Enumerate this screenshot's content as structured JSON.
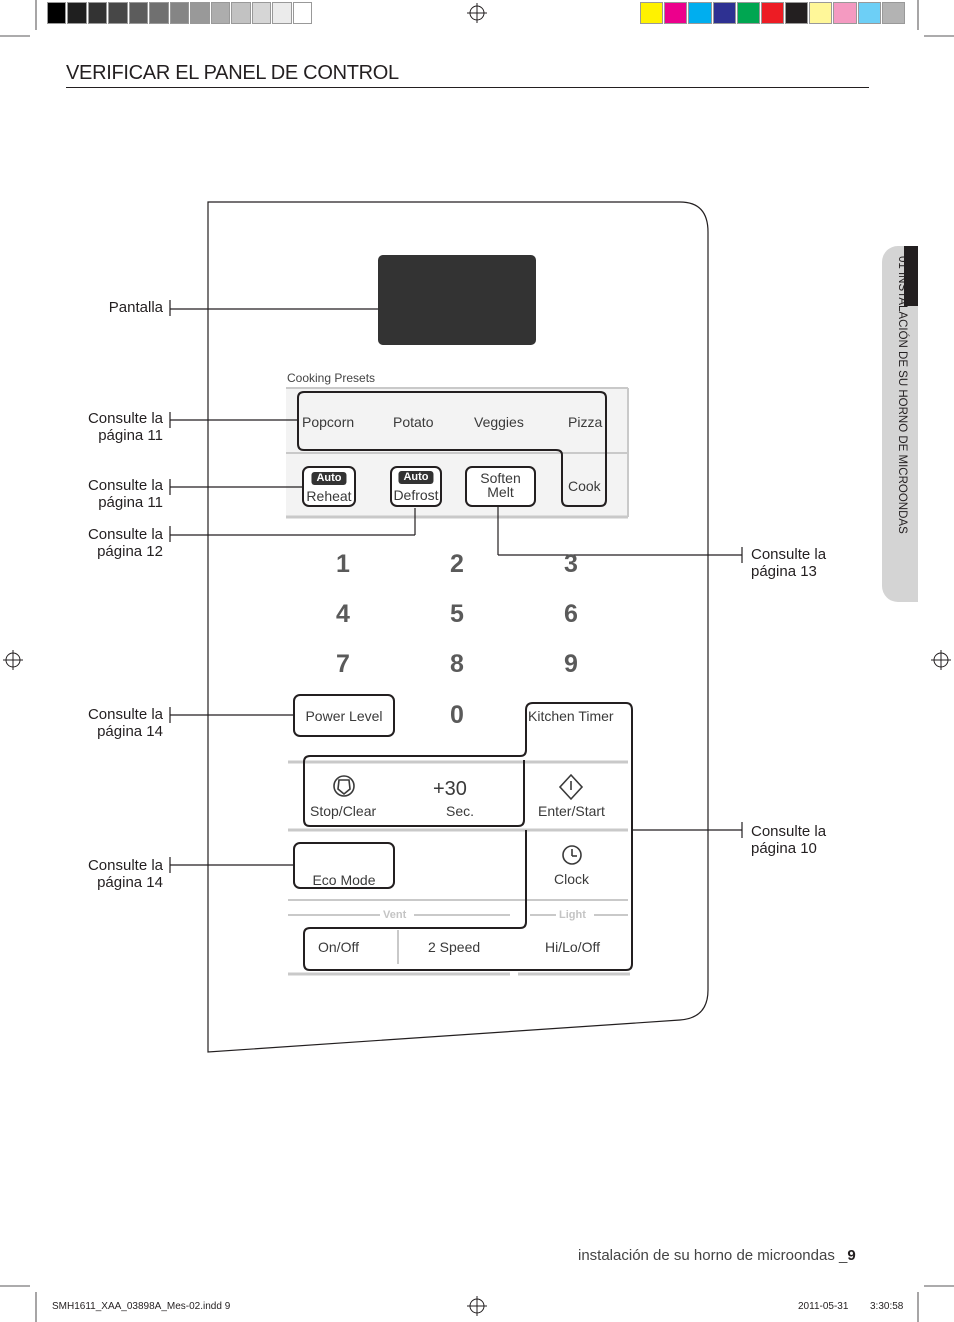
{
  "section_title": "VERIFICAR EL PANEL DE CONTROL",
  "side_tab": "01 INSTALACIÓN DE SU HORNO DE MICROONDAS",
  "callouts": {
    "pantalla": "Pantalla",
    "c11a": [
      "Consulte la",
      "página 11"
    ],
    "c11b": [
      "Consulte la",
      "página 11"
    ],
    "c12": [
      "Consulte la",
      "página 12"
    ],
    "c13": [
      "Consulte la",
      "página 13"
    ],
    "c14a": [
      "Consulte la",
      "página 14"
    ],
    "c10": [
      "Consulte la",
      "página 10"
    ],
    "c14b": [
      "Consulte la",
      "página 14"
    ]
  },
  "panel": {
    "cooking_presets_label": "Cooking Presets",
    "presets": [
      "Popcorn",
      "Potato",
      "Veggies",
      "Pizza"
    ],
    "auto_badge": "Auto",
    "reheat": "Reheat",
    "defrost": "Defrost",
    "soften": "Soften",
    "melt": "Melt",
    "cook": "Cook",
    "digits": [
      "1",
      "2",
      "3",
      "4",
      "5",
      "6",
      "7",
      "8",
      "9",
      "0"
    ],
    "power_level": "Power Level",
    "kitchen_timer": "Kitchen Timer",
    "stop_clear": "Stop/Clear",
    "plus30": "+30",
    "sec": "Sec.",
    "enter_start": "Enter/Start",
    "eco_mode": "Eco Mode",
    "clock": "Clock",
    "vent": "Vent",
    "light": "Light",
    "on_off": "On/Off",
    "two_speed": "2 Speed",
    "hi_lo_off": "Hi/Lo/Off"
  },
  "footer": {
    "running": "instalación de su horno de microondas _",
    "page_number": "9",
    "slug_file": "SMH1611_XAA_03898A_Mes-02.indd   9",
    "slug_date": "2011-05-31",
    "slug_time": "3:30:58"
  },
  "colors": {
    "grays": [
      "#000000",
      "#1f1f1f",
      "#333333",
      "#474747",
      "#5c5c5c",
      "#707070",
      "#858585",
      "#999999",
      "#adadad",
      "#c2c2c2",
      "#d6d6d6",
      "#ebebeb",
      "#ffffff"
    ],
    "process": [
      "#fff200",
      "#ec008c",
      "#00aeef",
      "#2e3192",
      "#00a651",
      "#ed1c24",
      "#231f20",
      "#fff799",
      "#f49ac1",
      "#6dcff6",
      "#b3b3b3"
    ]
  }
}
